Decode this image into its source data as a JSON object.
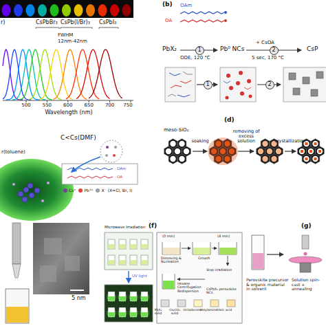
{
  "diagram": {
    "nodes": [
      {
        "text": [
          "1"
        ]
      },
      {
        "text": [
          "2"
        ]
      },
      {
        "text": [
          "1"
        ]
      },
      {
        "text": [
          "2"
        ]
      }
    ],
    "labels": [
      "(b)",
      "OAm",
      "OA",
      "PbX₂",
      "ODE, 120 °C",
      "Pb⁰ NCs",
      "+ CsOA",
      "5 sec, 170 °C",
      "CsP",
      "r)",
      "CsPbBr₃",
      "CsPb(I/Br)₃",
      "CsPbI₃",
      "FWHM",
      "12nm-42nm",
      "500",
      "550",
      "600",
      "650",
      "700",
      "750",
      "Wavelength (nm)",
      "C<Cs(DMF)",
      "r(toluene)",
      "OAm",
      "OA",
      "(d)",
      "meso-SiO₂",
      "soaking",
      "removing of excess solution",
      "crystallization",
      "5 nm",
      "(f)",
      "Microwave Irradiation",
      "UV light",
      "(0 min)",
      "(4 min)",
      "Dissolving & Nucleation",
      "Growth",
      "Hexane Centrifugation Redispersion",
      "Stop irradiation",
      "CsPbX₃ perovskite NCs",
      "PbX₂ solid",
      "Cs₂CO₃ solid",
      "Octadecene",
      "Oleylamine",
      "Oleic acid",
      "(g)",
      "Perovskite precursor & organic material in solvent",
      "Solution spin-cast + annealing"
    ],
    "legend": [
      {
        "text": "Cs⁺",
        "color": "#7b3fa0"
      },
      {
        "text": "Pb²⁺",
        "color": "#e04040"
      },
      {
        "text": "X⁻ (X=Cl, Br, I)",
        "color": "#9aa0a8"
      }
    ]
  }
}
